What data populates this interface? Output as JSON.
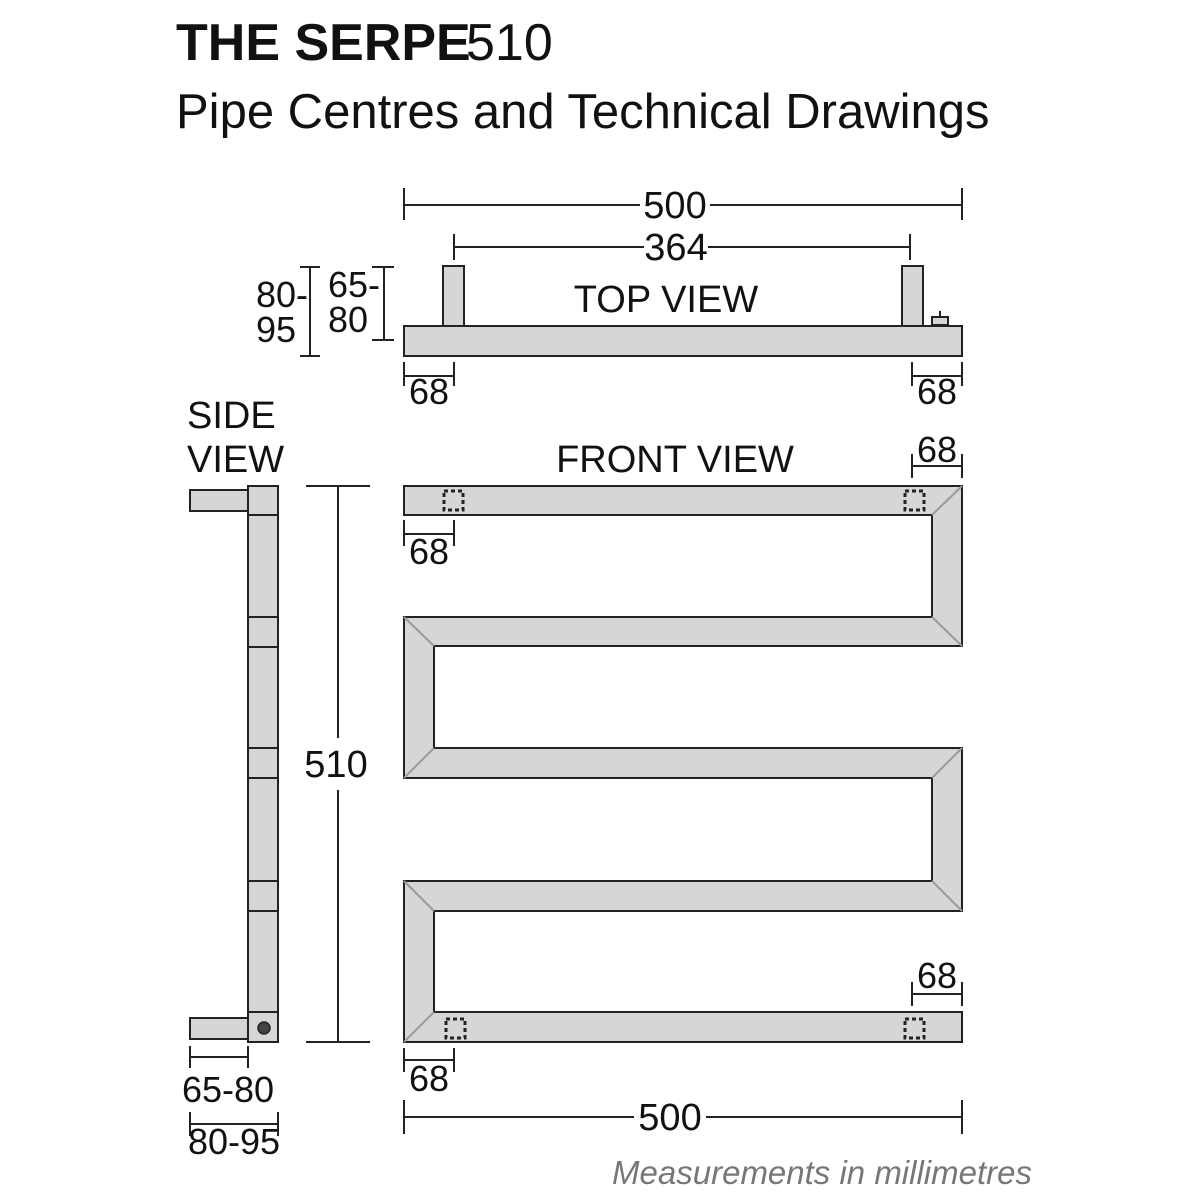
{
  "title": {
    "product_name": "THE SERPE",
    "model_number": "510",
    "subtitle": "Pipe Centres and Technical Drawings"
  },
  "views": {
    "top": "TOP VIEW",
    "side_line1": "SIDE",
    "side_line2": "VIEW",
    "front": "FRONT VIEW"
  },
  "dimensions": {
    "top_width": "500",
    "top_pipe_centres": "364",
    "top_depth_outer_1": "80-",
    "top_depth_outer_2": "95",
    "top_depth_inner_1": "65-",
    "top_depth_inner_2": "80",
    "top_left_offset": "68",
    "top_right_offset": "68",
    "front_top_right_offset": "68",
    "front_top_left_offset": "68",
    "height": "510",
    "front_bottom_right_offset": "68",
    "front_bottom_left_offset": "68",
    "bottom_width": "500",
    "side_inner_depth": "65-80",
    "side_outer_depth": "80-95"
  },
  "footer": {
    "note": "Measurements in millimetres"
  },
  "colors": {
    "pipe_fill": "#d6d6d6",
    "outline": "#222222",
    "note_text": "#777777"
  }
}
